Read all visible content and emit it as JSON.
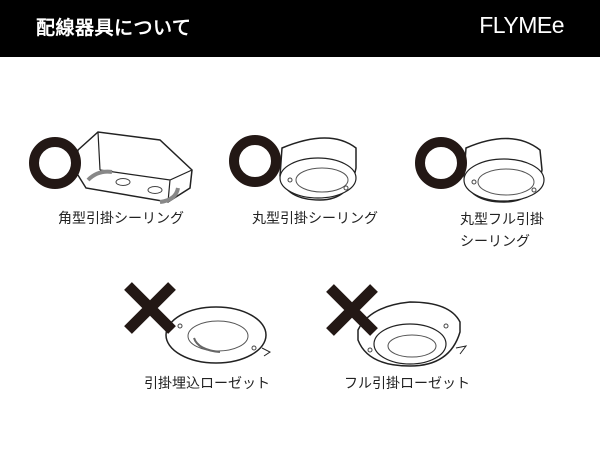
{
  "header": {
    "title": "配線器具について",
    "brand": "FLYMEe"
  },
  "colors": {
    "header_bg": "#000000",
    "header_text": "#ffffff",
    "mark": "#231815",
    "line": "#222222"
  },
  "items": [
    {
      "label": "角型引掛シーリング",
      "mark": "circle-ok-icon",
      "compatible": true
    },
    {
      "label": "丸型引掛シーリング",
      "mark": "circle-ok-icon",
      "compatible": true
    },
    {
      "label_line1": "丸型フル引掛",
      "label_line2": "シーリング",
      "mark": "circle-ok-icon",
      "compatible": true
    },
    {
      "label": "引掛埋込ローゼット",
      "mark": "cross-ng-icon",
      "compatible": false
    },
    {
      "label": "フル引掛ローゼット",
      "mark": "cross-ng-icon",
      "compatible": false
    }
  ]
}
